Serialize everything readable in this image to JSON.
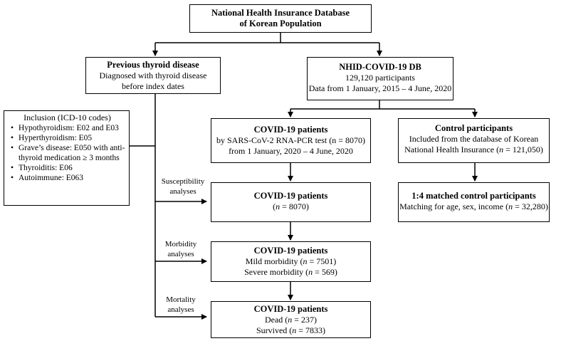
{
  "db_box": {
    "line1": "National Health Insurance Database",
    "line2": "of Korean Population"
  },
  "thyroid_box": {
    "title": "Previous thyroid disease",
    "line1": "Diagnosed with thyroid disease",
    "line2": "before index dates"
  },
  "inclusion_box": {
    "title": "Inclusion (ICD-10 codes)",
    "items": [
      "Hypothyroidism: E02 and E03",
      "Hyperthyroidism: E05",
      "Grave’s disease: E050 with anti-thyroid medication ≥ 3 months",
      "Thyroiditis: E06",
      "Autoimmune: E063"
    ]
  },
  "nhid_box": {
    "title": "NHID-COVID-19 DB",
    "line1": "129,120 participants",
    "line2": "Data from 1 January, 2015 – 4 June, 2020"
  },
  "covid_test_box": {
    "title": "COVID-19 patients",
    "line1": "by SARS-CoV-2 RNA-PCR test (n = 8070)",
    "line2": "from 1 January, 2020 – 4 June, 2020"
  },
  "control_box": {
    "title": "Control participants",
    "line1": "Included from the database of Korean",
    "line2_pre": "National Health Insurance (",
    "n": "n",
    "line2_post": " = 121,050)"
  },
  "matched_box": {
    "title": "1:4 matched control participants",
    "line1_pre": "Matching for age, sex, income (",
    "n": "n",
    "line1_post": " = 32,280)"
  },
  "suscept_box": {
    "title": "COVID-19 patients",
    "line1_pre": "(",
    "n": "n",
    "line1_post": " = 8070)"
  },
  "morbid_box": {
    "title": "COVID-19 patients",
    "line1_pre": "Mild morbidity (",
    "line1_post": " = 7501)",
    "line2_pre": "Severe morbidity (",
    "line2_post": " = 569)",
    "n": "n"
  },
  "mortal_box": {
    "title": "COVID-19 patients",
    "line1_pre": "Dead (",
    "line1_post": " = 237)",
    "line2_pre": "Survived (",
    "line2_post": " = 7833)",
    "n": "n"
  },
  "labels": {
    "susceptibility_1": "Susceptibility",
    "susceptibility_2": "analyses",
    "morbidity_1": "Morbidity",
    "morbidity_2": "analyses",
    "mortality_1": "Mortality",
    "mortality_2": "analyses"
  }
}
